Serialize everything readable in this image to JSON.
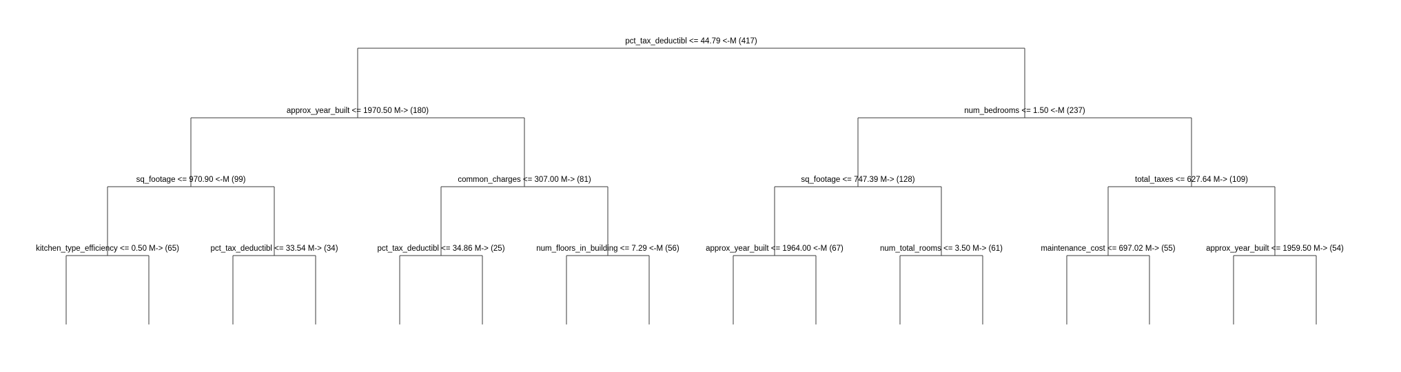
{
  "tree": {
    "label": "pct_tax_deductibl <= 44.79 <-M (417)",
    "children": [
      {
        "label": "approx_year_built <= 1970.50 M-> (180)",
        "children": [
          {
            "label": "sq_footage <= 970.90 <-M (99)",
            "children": [
              {
                "label": "kitchen_type_efficiency <= 0.50 M-> (65)"
              },
              {
                "label": "pct_tax_deductibl <= 33.54 M-> (34)"
              }
            ]
          },
          {
            "label": "common_charges <= 307.00 M-> (81)",
            "children": [
              {
                "label": "pct_tax_deductibl <= 34.86 M-> (25)"
              },
              {
                "label": "num_floors_in_building <= 7.29 <-M (56)"
              }
            ]
          }
        ]
      },
      {
        "label": "num_bedrooms <= 1.50 <-M (237)",
        "children": [
          {
            "label": "sq_footage <= 747.39 M-> (128)",
            "children": [
              {
                "label": "approx_year_built <= 1964.00 <-M (67)"
              },
              {
                "label": "num_total_rooms <= 3.50 M-> (61)"
              }
            ]
          },
          {
            "label": "total_taxes <= 627.64 M-> (109)",
            "children": [
              {
                "label": "maintenance_cost <= 697.02 M-> (55)"
              },
              {
                "label": "approx_year_built <= 1959.50 M-> (54)"
              }
            ]
          }
        ]
      }
    ]
  }
}
